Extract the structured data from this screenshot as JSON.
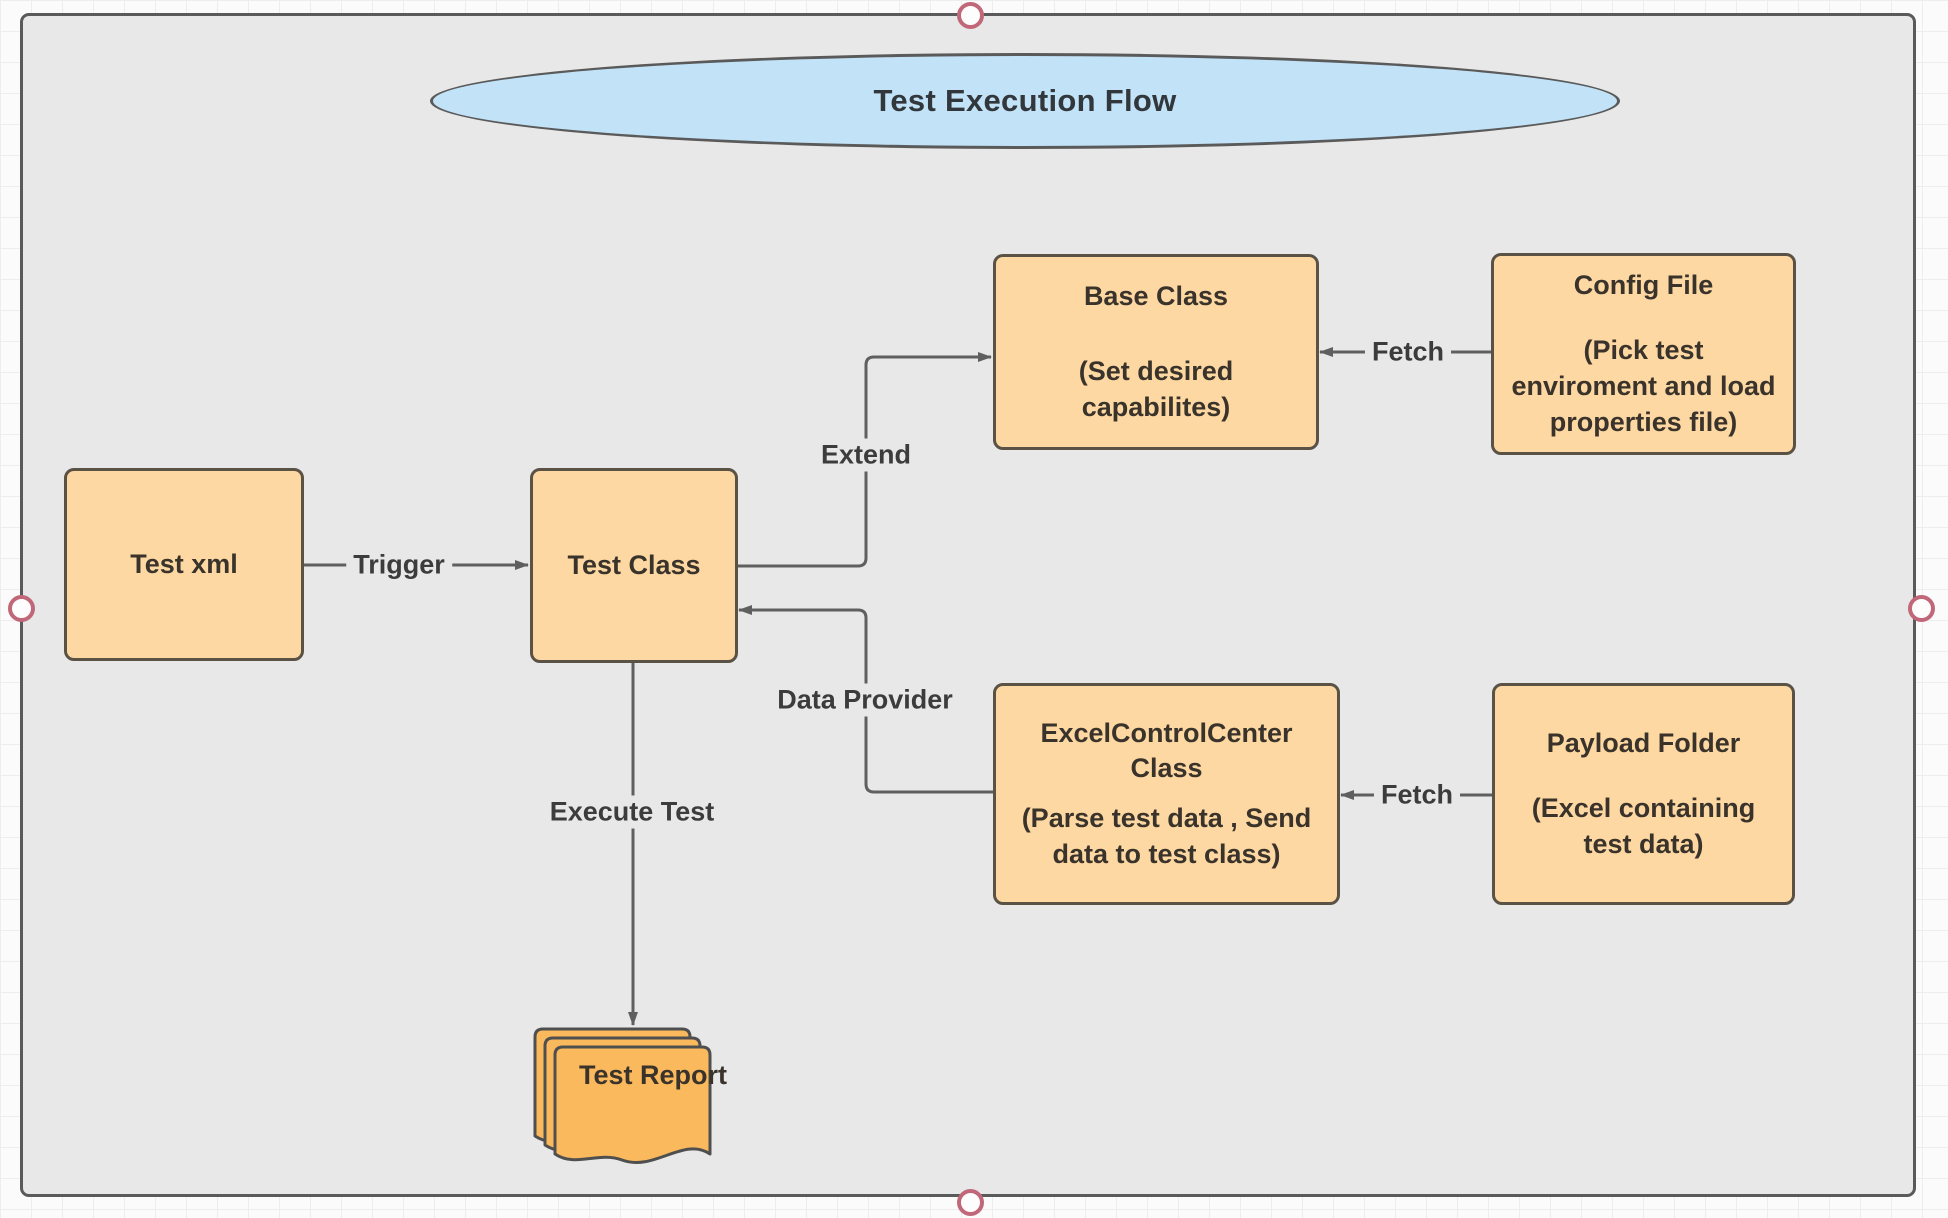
{
  "diagram": {
    "title": "Test Execution Flow",
    "nodes": {
      "test_xml": {
        "title": "Test xml"
      },
      "test_class": {
        "title": "Test Class"
      },
      "base_class": {
        "title": "Base Class",
        "body": "(Set desired capabilites)"
      },
      "config_file": {
        "title": "Config File",
        "body": "(Pick test enviroment and load properties file)"
      },
      "excel_control_center": {
        "title": "ExcelControlCenter Class",
        "body": "(Parse test data , Send data to test class)"
      },
      "payload_folder": {
        "title": "Payload Folder",
        "body": "(Excel containing test data)"
      },
      "test_report": {
        "title": "Test Report"
      }
    },
    "edges": {
      "trigger": {
        "label": "Trigger",
        "from": "test_xml",
        "to": "test_class"
      },
      "extend": {
        "label": "Extend",
        "from": "test_class",
        "to": "base_class"
      },
      "fetch_config": {
        "label": "Fetch",
        "from": "config_file",
        "to": "base_class"
      },
      "data_provider": {
        "label": "Data Provider",
        "from": "excel_control_center",
        "to": "test_class"
      },
      "fetch_payload": {
        "label": "Fetch",
        "from": "payload_folder",
        "to": "excel_control_center"
      },
      "execute_test": {
        "label": "Execute Test",
        "from": "test_class",
        "to": "test_report"
      }
    },
    "colors": {
      "canvas": "#e8e8e8",
      "frame_border": "#5a5a5a",
      "node_fill": "#fdd8a2",
      "node_border": "#5b5246",
      "title_ellipse_fill": "#c2e2f7",
      "report_fill": "#fbb95d",
      "connector": "#5f5f5f",
      "selection_handle": "#c06879"
    }
  }
}
